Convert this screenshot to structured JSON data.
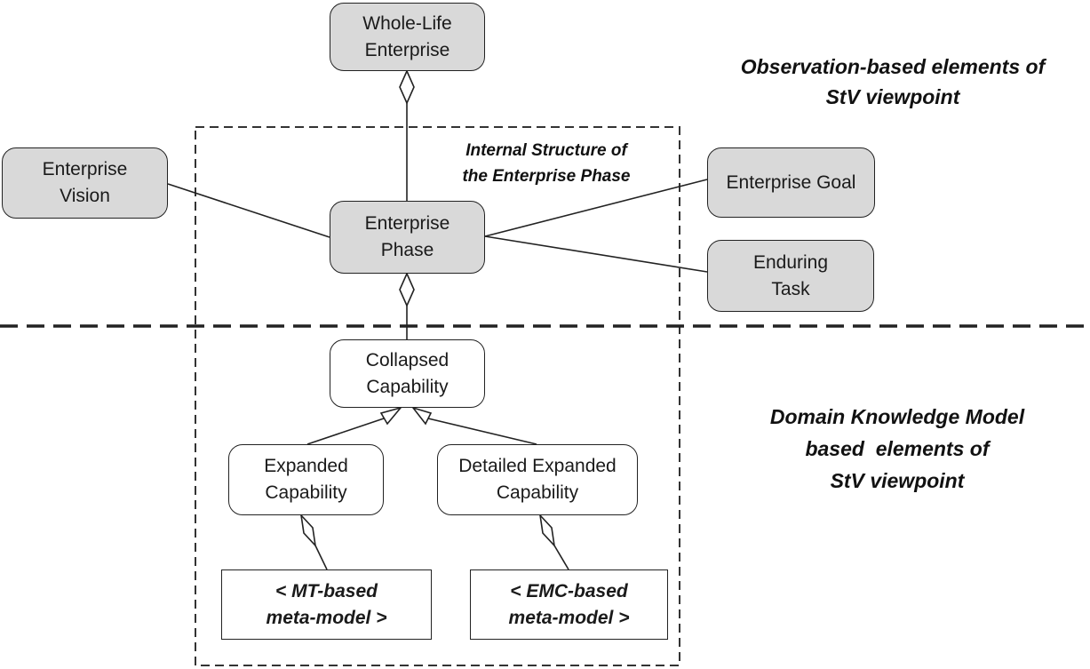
{
  "nodes": {
    "whole_life": {
      "line1": "Whole-Life",
      "line2": "Enterprise"
    },
    "vision": {
      "line1": "Enterprise",
      "line2": "Vision"
    },
    "phase": {
      "line1": "Enterprise",
      "line2": "Phase"
    },
    "goal": {
      "line1": "Enterprise Goal"
    },
    "task": {
      "line1": "Enduring",
      "line2": "Task"
    },
    "collapsed": {
      "line1": "Collapsed",
      "line2": "Capability"
    },
    "expanded": {
      "line1": "Expanded",
      "line2": "Capability"
    },
    "detailed": {
      "line1": "Detailed Expanded",
      "line2": "Capability"
    },
    "mt": {
      "line1": "< MT-based",
      "line2": "meta-model >"
    },
    "emc": {
      "line1": "< EMC-based",
      "line2": "meta-model >"
    }
  },
  "labels": {
    "internal": {
      "line1": "Internal Structure of",
      "line2": "the Enterprise Phase"
    },
    "observation": {
      "line1": "Observation-based elements of",
      "line2": "StV viewpoint"
    },
    "domain": {
      "line1": "Domain Knowledge Model",
      "line2": "based  elements of",
      "line3": "StV viewpoint"
    }
  },
  "colors": {
    "node_fill": "#d9d9d9",
    "stroke": "#222222"
  }
}
